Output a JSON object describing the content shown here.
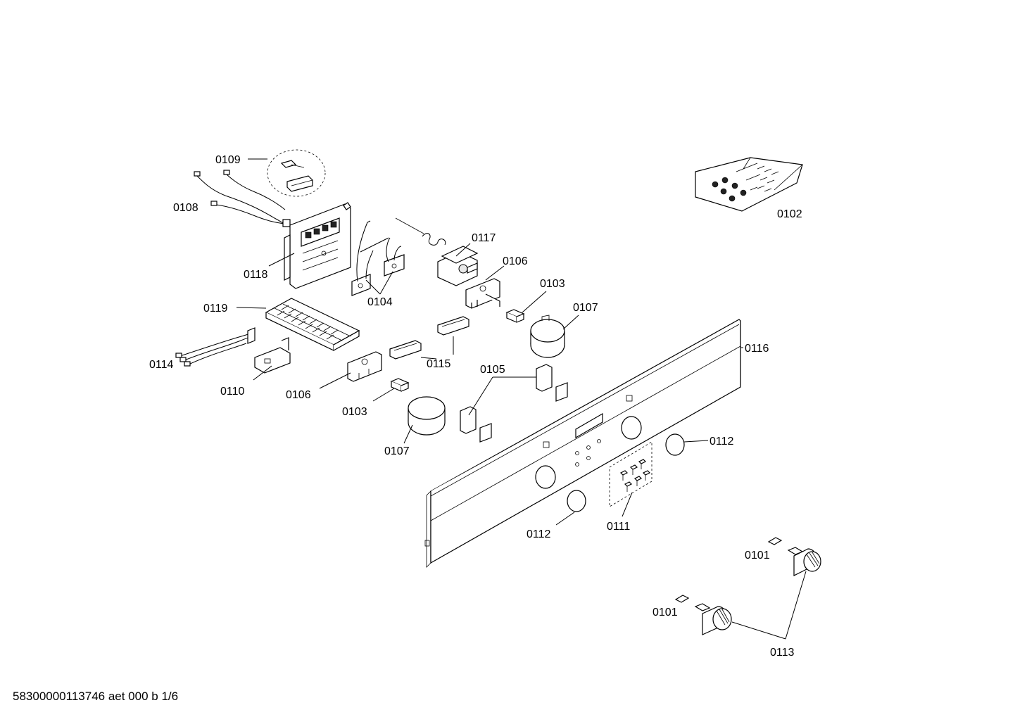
{
  "labels": {
    "p0101a": "0101",
    "p0101b": "0101",
    "p0102": "0102",
    "p0103a": "0103",
    "p0103b": "0103",
    "p0104": "0104",
    "p0105": "0105",
    "p0106a": "0106",
    "p0106b": "0106",
    "p0107a": "0107",
    "p0107b": "0107",
    "p0108": "0108",
    "p0109": "0109",
    "p0110": "0110",
    "p0111": "0111",
    "p0112a": "0112",
    "p0112b": "0112",
    "p0113": "0113",
    "p0114": "0114",
    "p0115": "0115",
    "p0116": "0116",
    "p0117": "0117",
    "p0118": "0118",
    "p0119": "0119"
  },
  "footer": "58300000113746 aet 000 b 1/6"
}
